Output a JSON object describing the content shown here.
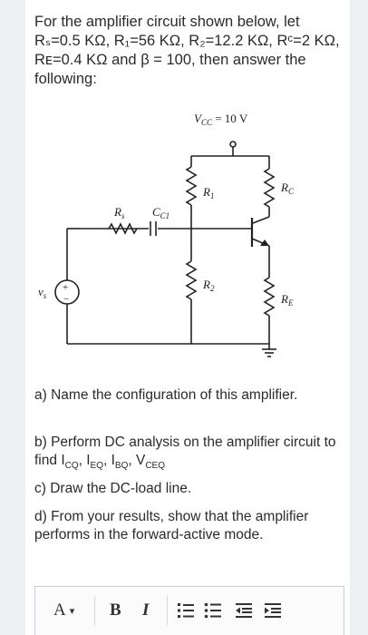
{
  "question": {
    "intro": "For the amplifier circuit shown below, let Rₛ=0.5 KΩ, R₁=56 KΩ, R₂=12.2 KΩ, Rᶜ=2 KΩ, Rᴇ=0.4 KΩ and β = 100, then answer the following:",
    "a": "a) Name the configuration of this amplifier.",
    "b_prefix": "b) Perform DC analysis on the amplifier circuit to find ",
    "b_vars": [
      "CQ",
      "EQ",
      "BQ",
      "CEQ"
    ],
    "c": "c) Draw the DC-load line.",
    "d": "d) From your results, show that the amplifier performs in the forward-active mode."
  },
  "circuit": {
    "vcc_label": "V",
    "vcc_sub": "CC",
    "vcc_value": " = 10 V",
    "r1": "R",
    "r1_sub": "1",
    "r2": "R",
    "r2_sub": "2",
    "rc": "R",
    "rc_sub": "C",
    "re": "R",
    "re_sub": "E",
    "rs": "R",
    "rs_sub": "s",
    "cc": "C",
    "cc_sub": "C1",
    "vs": "v",
    "vs_sub": "s",
    "plus": "+",
    "minus": "−"
  },
  "toolbar": {
    "font_label": "A",
    "caret": "▾",
    "bold_label": "B",
    "italic_label": "I",
    "icons": [
      "numbered-list-icon",
      "bulleted-list-icon",
      "outdent-icon",
      "indent-icon"
    ]
  }
}
